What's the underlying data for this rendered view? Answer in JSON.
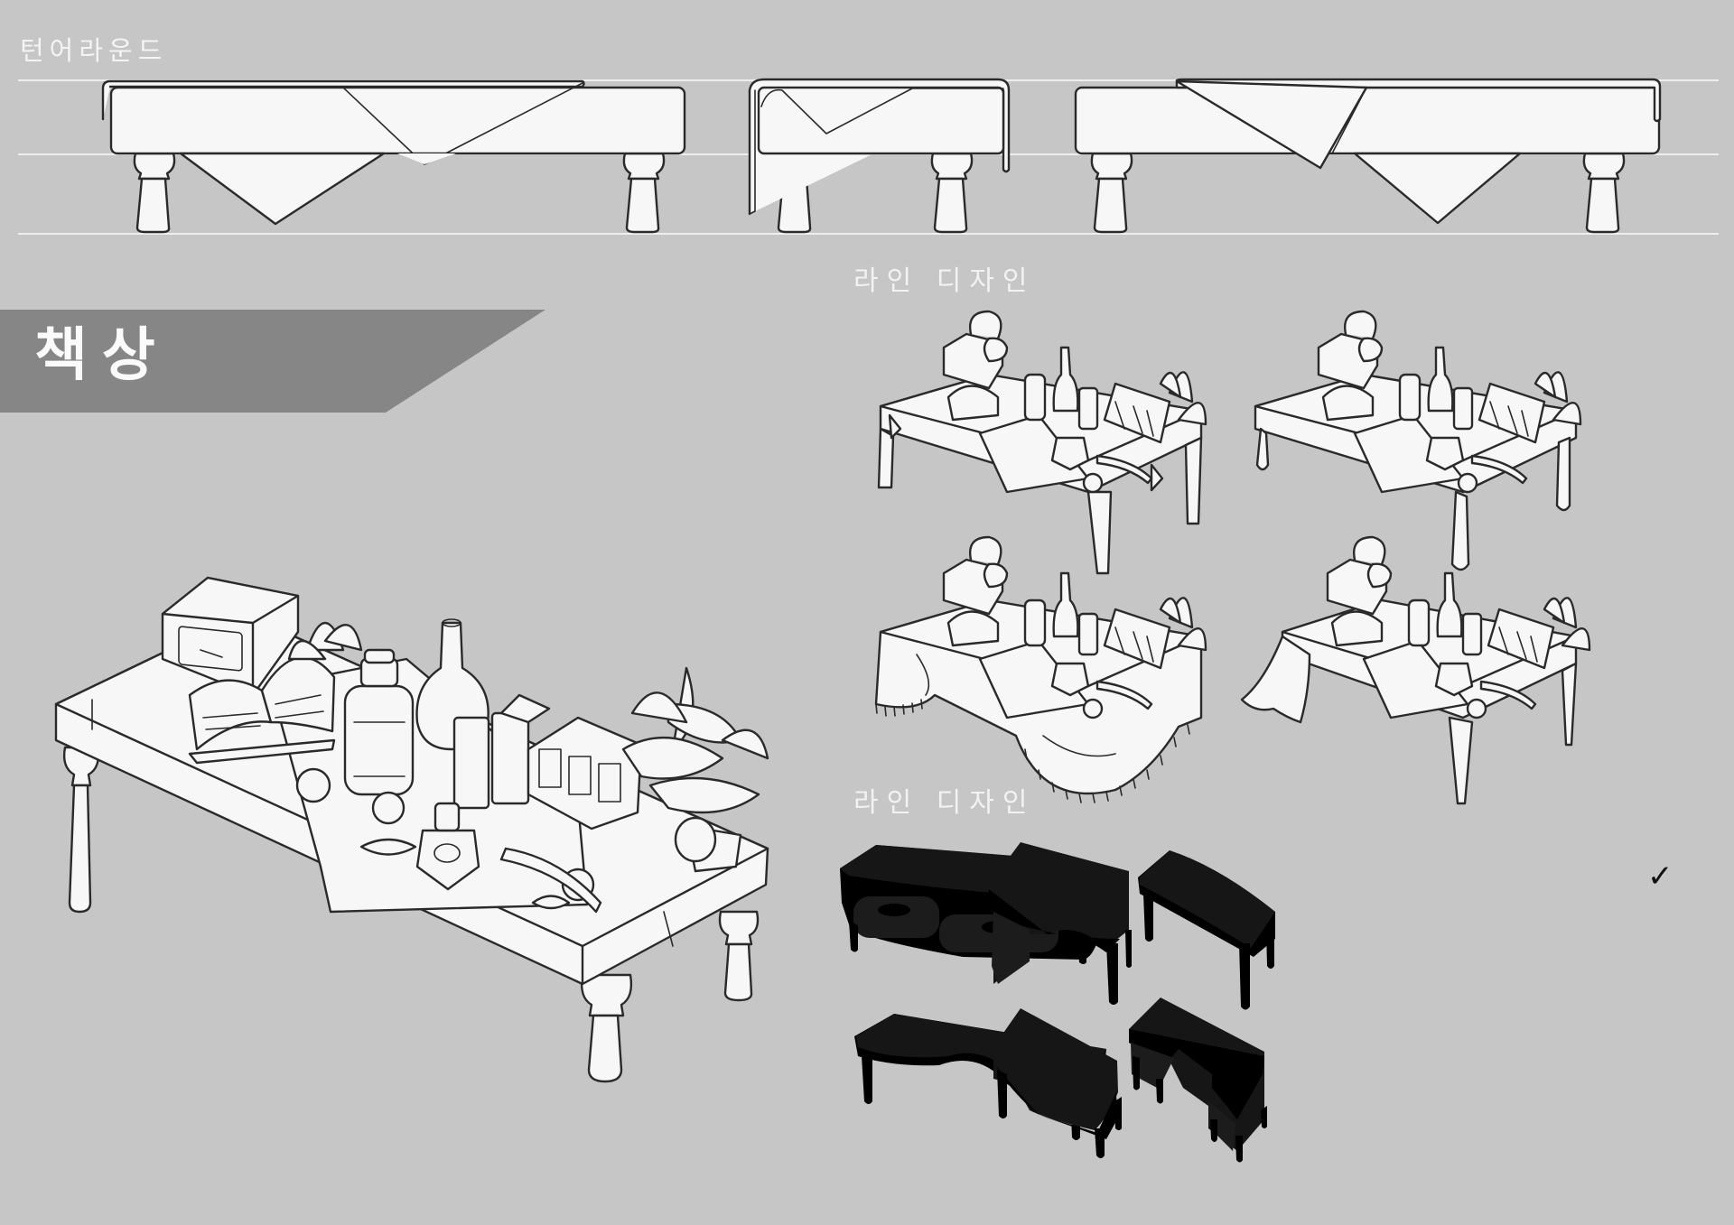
{
  "sheet": {
    "background": "#c6c6c6",
    "turnaround": {
      "title": "턴어라운드",
      "views": [
        {
          "name": "front-view"
        },
        {
          "name": "side-view"
        },
        {
          "name": "back-view"
        }
      ],
      "guide_color": "#eeeeee"
    },
    "banner": {
      "label": "책상",
      "color": "#868686"
    },
    "main_illustration": {
      "subject": "desk with books, bottles, plant and drawer box"
    },
    "line_design": {
      "label": "라인 디자인",
      "variants": [
        {
          "name": "straight-legs-desk"
        },
        {
          "name": "turned-legs-desk"
        },
        {
          "name": "fringed-cloth-desk"
        },
        {
          "name": "draped-cloth-desk"
        }
      ]
    },
    "silhouette_design": {
      "label": "라인 디자인",
      "selected_mark": "✓",
      "selected_index": 2,
      "silhouettes": [
        {
          "name": "curved-drawer-desk"
        },
        {
          "name": "pedestal-desk"
        },
        {
          "name": "straight-bench-desk"
        },
        {
          "name": "wavy-desk"
        },
        {
          "name": "scalloped-desk"
        },
        {
          "name": "l-shaped-desk"
        }
      ],
      "fill_color": "#161616"
    }
  }
}
